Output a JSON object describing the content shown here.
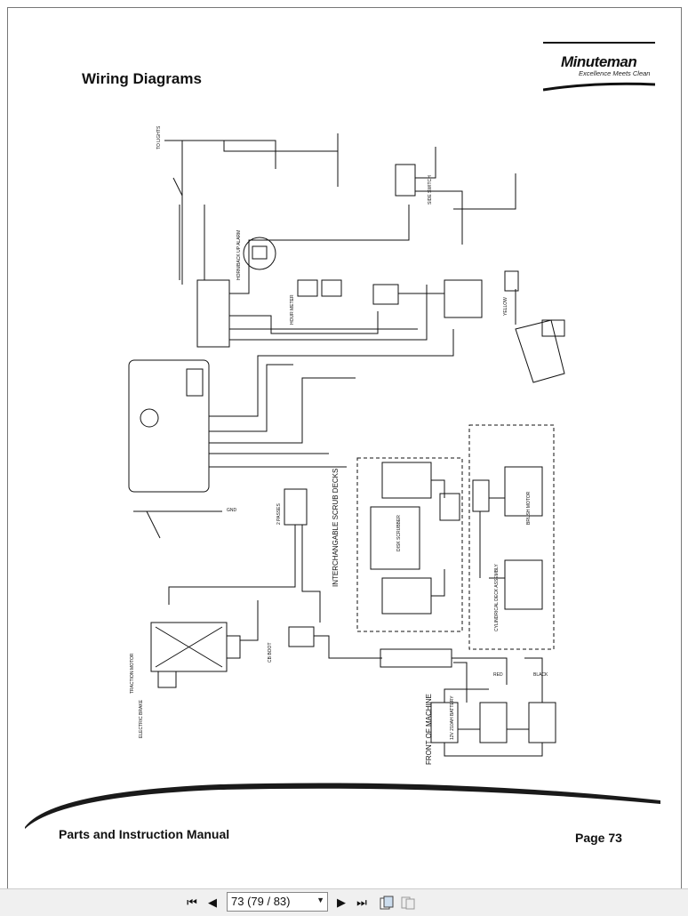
{
  "page": {
    "title": "Wiring Diagrams",
    "brand": {
      "name": "Minuteman",
      "tagline": "Excellence Meets Clean"
    },
    "footer_left": "Parts and Instruction Manual",
    "footer_right": "Page 73"
  },
  "diagram": {
    "labels": {
      "interchangeable": "INTERCHANGABLE SCRUB DECKS",
      "front": "FRONT OF MACHINE",
      "brush_motor": "BRUSH MOTOR",
      "disk_scrubber": "DISK SCRUBBER",
      "cyl_deck": "CYLINDRICAL DECK ASSEMBLY",
      "traction_motor": "TRACTION MOTOR",
      "electric_brake": "ELECTRIC BRAKE",
      "cb_boot": "CB BOOT",
      "hour_meter": "HOUR METER",
      "horn": "HORN/BACK UP ALARM",
      "side_switch": "SIDE SWITCH",
      "battery": "12V 210AH BATTERY",
      "black": "BLACK",
      "red": "RED",
      "yellow": "YELLOW",
      "gnd": "GND",
      "pass": "2 PASSES",
      "lights": "TO LIGHTS"
    }
  },
  "viewer": {
    "page_indicator": "73 (79 / 83)",
    "first": "first-page",
    "prev": "previous-page",
    "next": "next-page",
    "last": "last-page"
  }
}
